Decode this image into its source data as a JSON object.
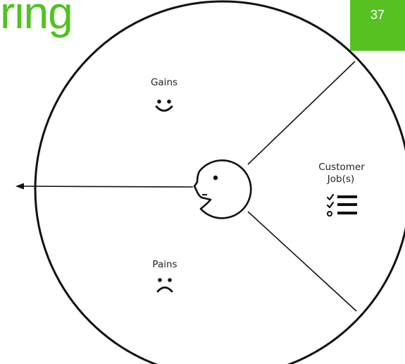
{
  "header": {
    "title_fragment": "ring",
    "page_number": "37"
  },
  "diagram": {
    "segments": {
      "gains": {
        "label": "Gains",
        "icon": "smiley-face-icon"
      },
      "pains": {
        "label": "Pains",
        "icon": "frowny-face-icon"
      },
      "customer_jobs": {
        "label_line1": "Customer",
        "label_line2": "Job(s)",
        "icon": "checklist-icon"
      }
    },
    "center_icon": "customer-head-icon",
    "colors": {
      "accent_green": "#57c121",
      "title_green": "#4fc31f",
      "stroke": "#111111"
    }
  }
}
